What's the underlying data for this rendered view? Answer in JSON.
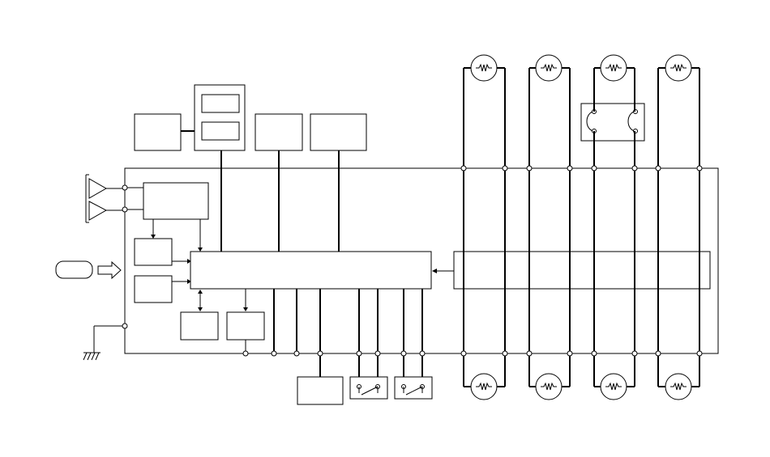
{
  "colors": {
    "stroke": "#000000",
    "background": "#ffffff"
  },
  "diagram": {
    "type": "block-diagram",
    "text_labels": [],
    "lamp_count": 8,
    "switch_count": 2,
    "icons": [
      "antenna-icon",
      "ground-icon",
      "arrow-right-icon",
      "lamp-icon",
      "switch-icon",
      "connector-icon"
    ]
  }
}
